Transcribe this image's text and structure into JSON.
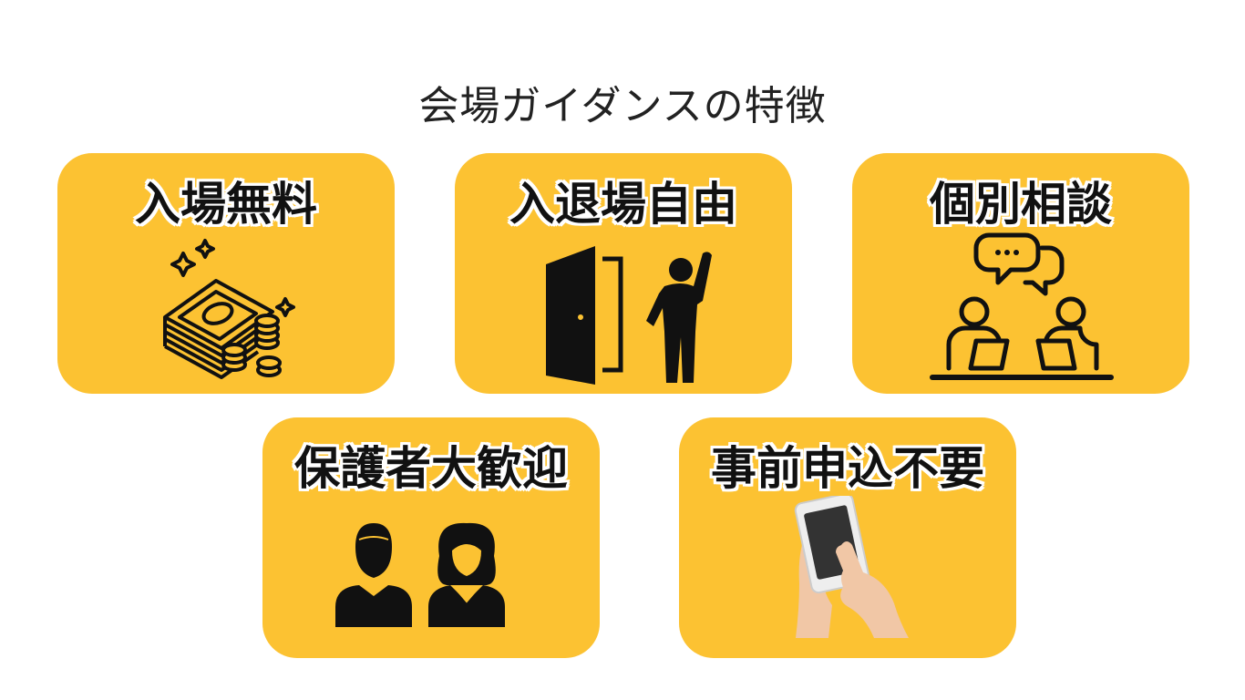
{
  "title": "会場ガイダンスの特徴",
  "colors": {
    "card_bg": "#fcc232",
    "icon": "#111111",
    "hand": "#f1c7a6"
  },
  "cards": [
    {
      "label": "入場無料",
      "icon": "money-stack-icon"
    },
    {
      "label": "入退場自由",
      "icon": "door-person-icon"
    },
    {
      "label": "個別相談",
      "icon": "consultation-icon"
    },
    {
      "label": "保護者大歓迎",
      "icon": "parents-icon"
    },
    {
      "label": "事前申込不要",
      "icon": "smartphone-hand-icon"
    }
  ]
}
